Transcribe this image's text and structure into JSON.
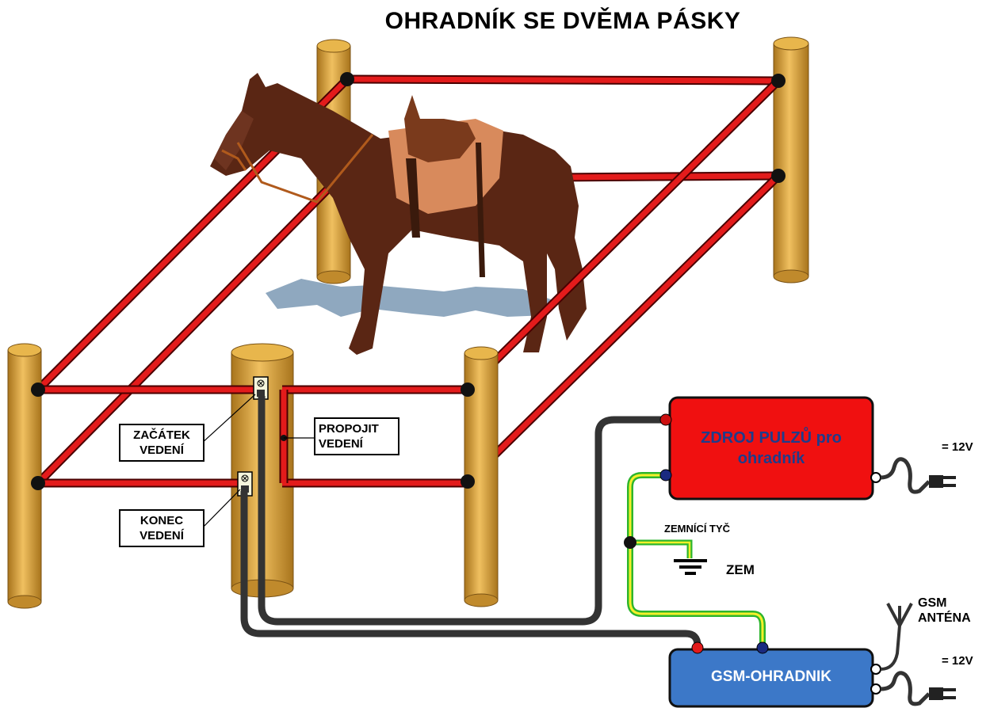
{
  "title": "OHRADNÍK SE DVĚMA PÁSKY",
  "labels": {
    "start_line1": "ZAČÁTEK",
    "start_line2": "VEDENÍ",
    "end_line1": "KONEC",
    "end_line2": "VEDENÍ",
    "connect_line1": "PROPOJIT",
    "connect_line2": "VEDENÍ",
    "ground_rod": "ZEMNÍCÍ TYČ",
    "ground": "ZEM",
    "gsm_antenna_line1": "GSM",
    "gsm_antenna_line2": "ANTÉNA",
    "voltage_top": "= 12V",
    "voltage_bottom": "= 12V"
  },
  "devices": {
    "pulse_source": "ZDROJ PULZŮ pro ohradník",
    "gsm_unit": "GSM-OHRADNIK"
  },
  "colors": {
    "tape_red": "#e31b1b",
    "post_wood": "#d9a53a",
    "pulse_box": "#f01010",
    "gsm_box": "#3c78c8",
    "wire_dark": "#333333",
    "ground_green": "#2db52d",
    "ground_yellow": "#f5f02a"
  }
}
